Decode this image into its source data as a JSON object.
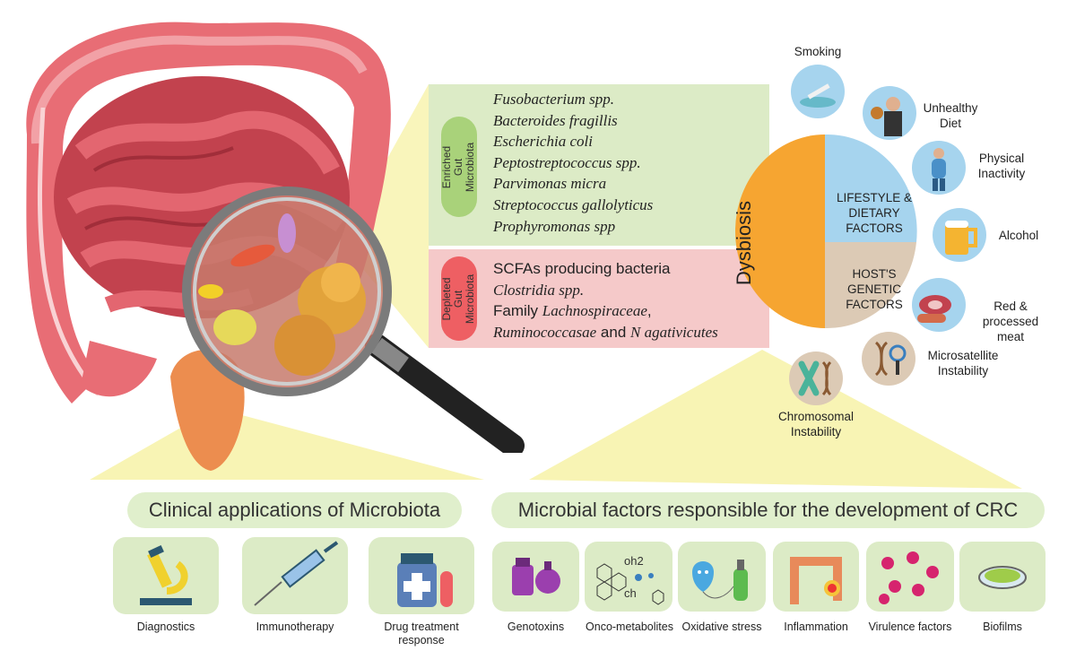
{
  "enriched": {
    "label": "Enriched Gut Microbiota",
    "items": [
      "Fusobacterium spp.",
      "Bacteroides fragillis",
      "Escherichia coli",
      "Peptostreptococcus spp.",
      "Parvimonas micra",
      "Streptococcus gallolyticus",
      "Prophyromonas spp"
    ]
  },
  "depleted": {
    "label": "Depleted Gut Microbiota",
    "line1": "SCFAs producing bacteria",
    "line2": "Clostridia  spp.",
    "line3_prefix": "Family ",
    "line3_italic": "Lachnospiraceae",
    "line3_suffix": ",",
    "line4_italic": "Ruminococcasae",
    "line4_mid": " and ",
    "line4_italic2": "N agativicutes"
  },
  "circle": {
    "dysbiosis": "Dysbiosis",
    "lifestyle": "LIFESTYLE & DIETARY FACTORS",
    "genetic": "HOST'S GENETIC FACTORS",
    "colors": {
      "dysbiosis": "#f6a531",
      "lifestyle": "#a6d4ee",
      "genetic": "#dccab5"
    }
  },
  "factors": [
    {
      "name": "smoking-icon",
      "label": "Smoking"
    },
    {
      "name": "unhealthy-diet-icon",
      "label": "Unhealthy Diet"
    },
    {
      "name": "physical-inactivity-icon",
      "label": "Physical Inactivity"
    },
    {
      "name": "alcohol-icon",
      "label": "Alcohol"
    },
    {
      "name": "red-meat-icon",
      "label": "Red & processed meat"
    },
    {
      "name": "microsatellite-icon",
      "label": "Microsatellite Instability"
    },
    {
      "name": "chromosomal-icon",
      "label": "Chromosomal Instability"
    }
  ],
  "clinical": {
    "title": "Clinical applications of Microbiota",
    "items": [
      "Diagnostics",
      "Immunotherapy",
      "Drug treatment response"
    ]
  },
  "microbial": {
    "title": "Microbial factors responsible for the development of CRC",
    "items": [
      "Genotoxins",
      "Onco-metabolites",
      "Oxidative stress",
      "Inflammation",
      "Virulence factors",
      "Biofilms"
    ],
    "onco_text": [
      "oh2",
      "ch"
    ]
  }
}
